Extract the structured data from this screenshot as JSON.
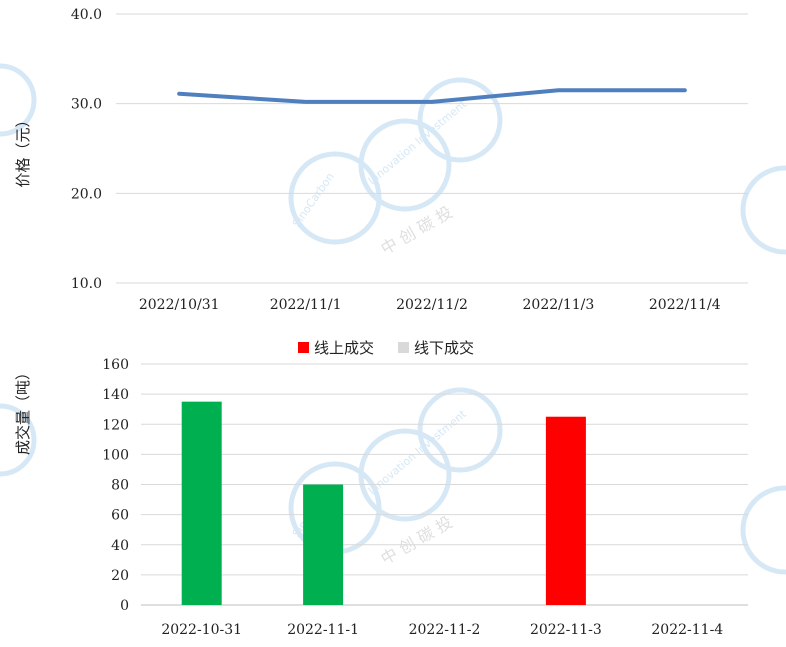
{
  "watermark": {
    "brand": "SinoCarbon",
    "tagline": "Innovation Investment",
    "cn": "中 创 碳 投",
    "color": "#d6e8f6"
  },
  "chart_data": [
    {
      "type": "line",
      "ylabel": "价格（元）",
      "categories": [
        "2022/10/31",
        "2022/11/1",
        "2022/11/2",
        "2022/11/3",
        "2022/11/4"
      ],
      "series": [
        {
          "values": [
            31.1,
            30.2,
            30.2,
            31.5,
            31.5
          ],
          "color": "#4f7fbf"
        }
      ],
      "ylim": [
        10,
        40
      ],
      "yticks": [
        10,
        20,
        30,
        40
      ],
      "ytick_labels": [
        "10.0",
        "20.0",
        "30.0",
        "40.0"
      ],
      "grid": true
    },
    {
      "type": "bar",
      "ylabel": "成交量（吨）",
      "categories": [
        "2022-10-31",
        "2022-11-1",
        "2022-11-2",
        "2022-11-3",
        "2022-11-4"
      ],
      "values": [
        135,
        80,
        0,
        125,
        0
      ],
      "bar_colors": [
        "#00b050",
        "#00b050",
        "#00b050",
        "#ff0000",
        "#00b050"
      ],
      "legend": [
        {
          "name": "线上成交",
          "color": "#ff0000"
        },
        {
          "name": "线下成交",
          "color": "#d9d9d9"
        }
      ],
      "legend_position": "top-center",
      "ylim": [
        0,
        160
      ],
      "yticks": [
        0,
        20,
        40,
        60,
        80,
        100,
        120,
        140,
        160
      ],
      "ytick_labels": [
        "0",
        "20",
        "40",
        "60",
        "80",
        "100",
        "120",
        "140",
        "160"
      ],
      "grid": true
    }
  ]
}
